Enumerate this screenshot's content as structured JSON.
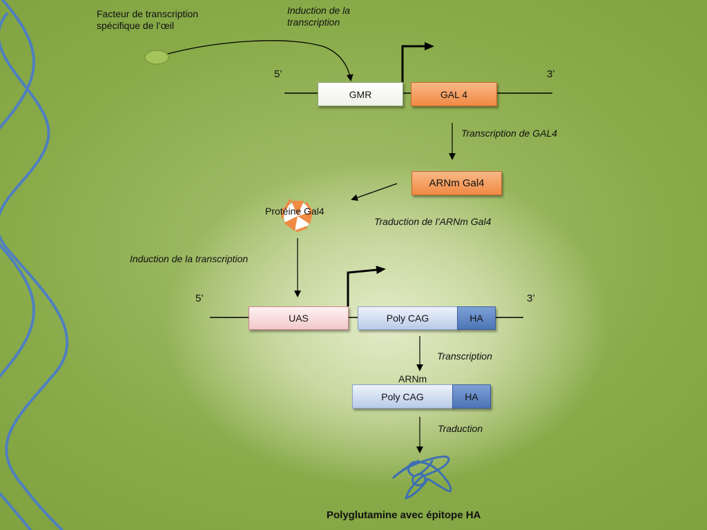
{
  "labels": {
    "eye_factor_line1": "Facteur de transcription",
    "eye_factor_line2": "spécifique de l’œil",
    "induction_top_line1": "Induction de la",
    "induction_top_line2": "transcription",
    "five_prime_top": "5’",
    "three_prime_top": "3’",
    "transcription_gal4": "Transcription de GAL4",
    "protein_gal4": "Protéine Gal4",
    "translation_arnm": "Traduction de l’ARNm Gal4",
    "induction_mid": "Induction de la transcription",
    "five_prime_bottom": "5’",
    "three_prime_bottom": "3’",
    "transcription": "Transcription",
    "arnm": "ARNm",
    "translation": "Traduction",
    "result_title": "Polyglutamine avec épitope HA"
  },
  "boxes": {
    "gmr": "GMR",
    "gal4": "GAL 4",
    "arnm_gal4": "ARNm Gal4",
    "uas": "UAS",
    "poly_cag_gene": "Poly CAG",
    "ha_gene": "HA",
    "poly_cag_mrna": "Poly CAG",
    "ha_mrna": "HA"
  },
  "colors": {
    "background": "#86a748",
    "helix": "#4f7fc0",
    "gal4_orange": "#f08a44",
    "uas_pink": "#f3c9cb",
    "poly_blue": "#b9cbe8",
    "ha_blue": "#4c74b6",
    "factor_green": "#a6c45c"
  }
}
